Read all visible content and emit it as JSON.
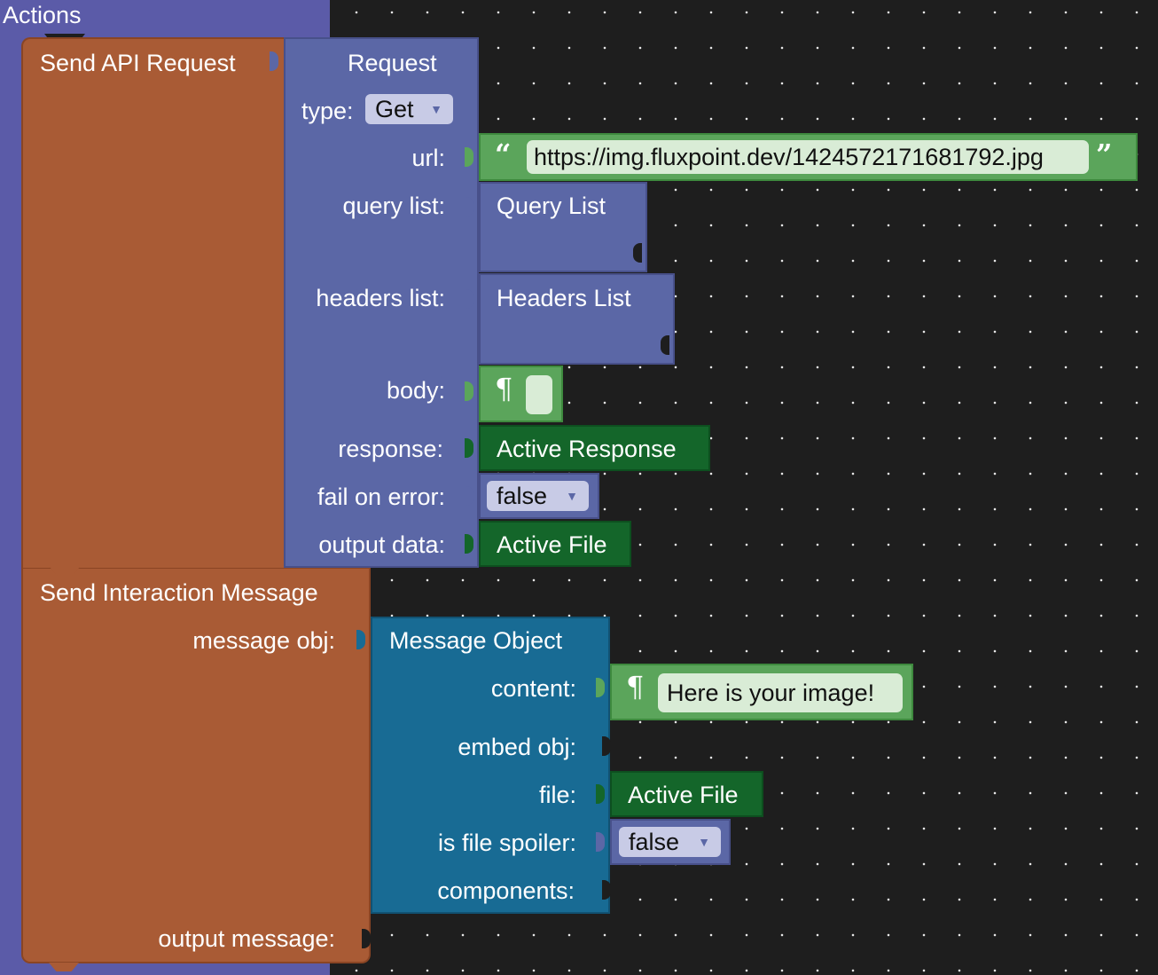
{
  "category": "Actions",
  "api_request": {
    "title": "Send API Request",
    "request": {
      "title": "Request",
      "type_label": "type:",
      "type_value": "Get",
      "url_label": "url:",
      "url_value": "https://img.fluxpoint.dev/1424572171681792.jpg",
      "query_label": "query list:",
      "query_block": "Query List",
      "headers_label": "headers list:",
      "headers_block": "Headers List",
      "body_label": "body:",
      "body_icon": "¶"
    },
    "response_label": "response:",
    "response_value": "Active Response",
    "fail_label": "fail on error:",
    "fail_value": "false",
    "output_label": "output data:",
    "output_value": "Active File"
  },
  "interaction": {
    "title": "Send Interaction Message",
    "msg_label": "message obj:",
    "message_object": {
      "title": "Message Object",
      "content_label": "content:",
      "content_icon": "¶",
      "content_value": "Here is your image!",
      "embed_label": "embed obj:",
      "file_label": "file:",
      "file_value": "Active File",
      "spoiler_label": "is file spoiler:",
      "spoiler_value": "false",
      "components_label": "components:"
    },
    "output_label": "output message:"
  },
  "colors": {
    "workspace": "#1e1e1e",
    "actions": "#5b5ba8",
    "action_block": "#a95b35",
    "request_block": "#5b67a6",
    "text_block": "#5ba55b",
    "variable_block": "#14662a",
    "message_block": "#186b94"
  }
}
